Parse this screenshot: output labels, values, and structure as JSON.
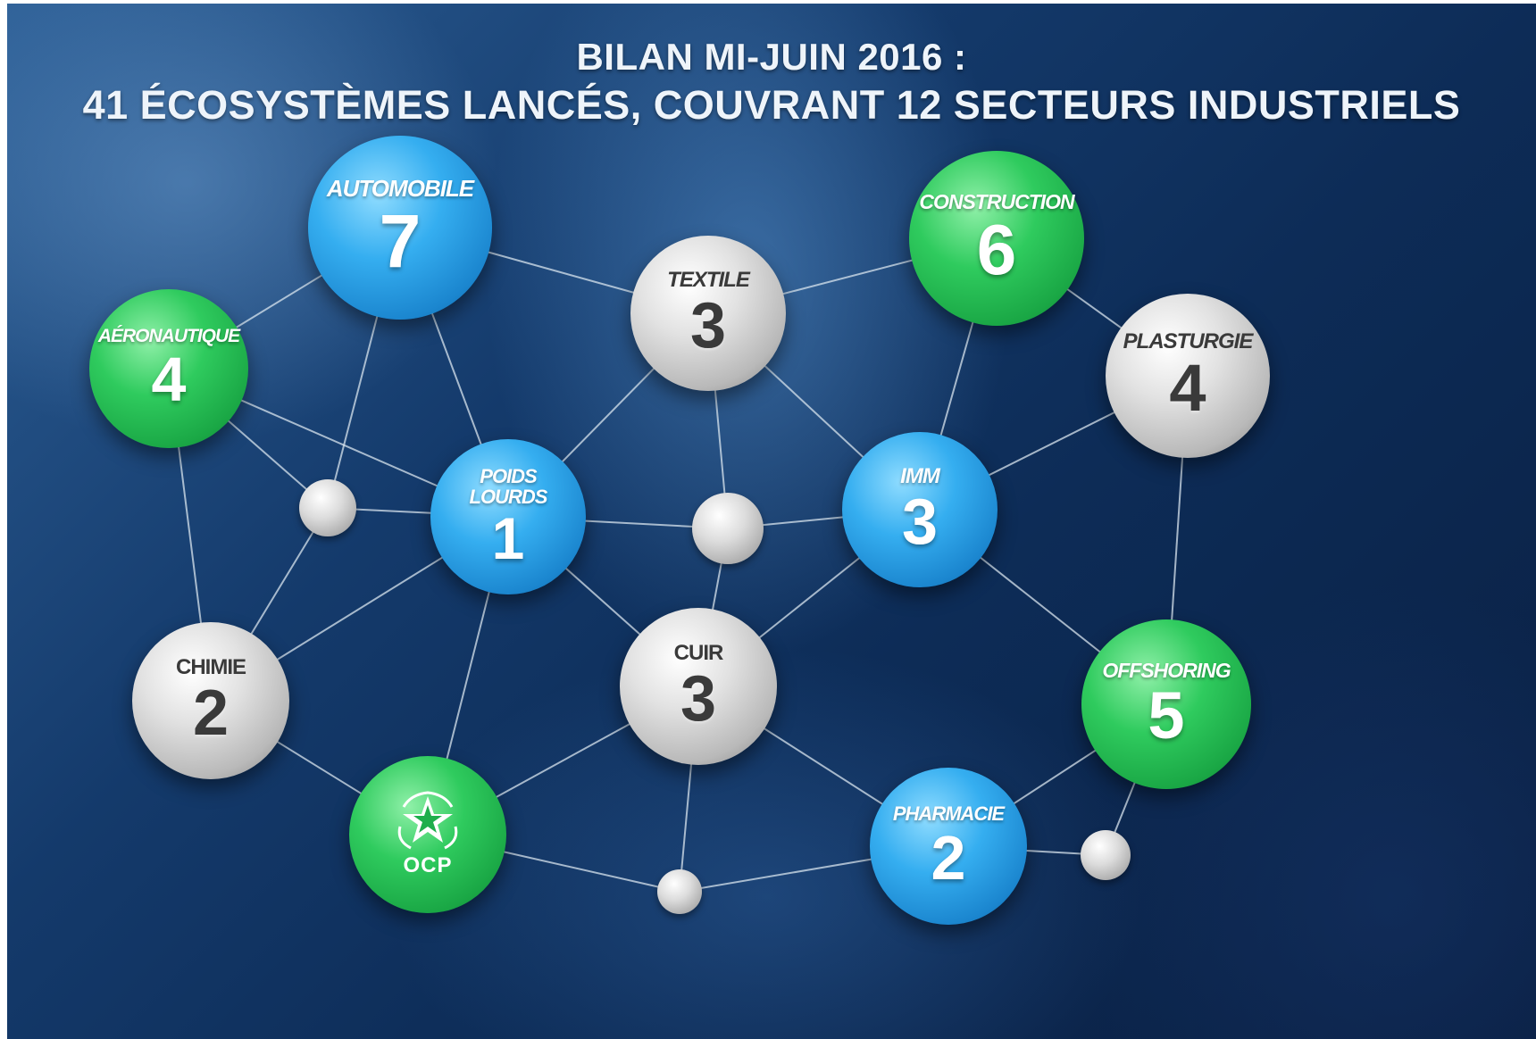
{
  "title": {
    "line1": "BILAN MI-JUIN 2016 :",
    "line2": "41 ÉCOSYSTÈMES LANCÉS, COUVRANT 12 SECTEURS INDUSTRIELS"
  },
  "colors": {
    "blue": "#2ba3e6",
    "green": "#22c155",
    "gray": "#c8c8c8",
    "background": "#0f2d58",
    "link": "#d8e4ee"
  },
  "nodes": [
    {
      "id": "automobile",
      "label": "AUTOMOBILE",
      "value": "7",
      "color": "blue"
    },
    {
      "id": "aeronautique",
      "label": "AÉRONAUTIQUE",
      "value": "4",
      "color": "green"
    },
    {
      "id": "textile",
      "label": "TEXTILE",
      "value": "3",
      "color": "gray"
    },
    {
      "id": "construction",
      "label": "CONSTRUCTION",
      "value": "6",
      "color": "green"
    },
    {
      "id": "plasturgie",
      "label": "PLASTURGIE",
      "value": "4",
      "color": "gray"
    },
    {
      "id": "poids-lourds",
      "label_line1": "POIDS",
      "label_line2": "LOURDS",
      "value": "1",
      "color": "blue"
    },
    {
      "id": "imm",
      "label": "IMM",
      "value": "3",
      "color": "blue"
    },
    {
      "id": "chimie",
      "label": "CHIMIE",
      "value": "2",
      "color": "gray"
    },
    {
      "id": "cuir",
      "label": "CUIR",
      "value": "3",
      "color": "gray"
    },
    {
      "id": "offshoring",
      "label": "OFFSHORING",
      "value": "5",
      "color": "green"
    },
    {
      "id": "ocp",
      "label": "OCP",
      "icon": "ocp-star-logo-icon",
      "color": "green"
    },
    {
      "id": "pharmacie",
      "label": "PHARMACIE",
      "value": "2",
      "color": "blue"
    }
  ],
  "links": [
    [
      "automobile",
      "aeronautique"
    ],
    [
      "automobile",
      "textile"
    ],
    [
      "automobile",
      "j1"
    ],
    [
      "automobile",
      "poids-lourds"
    ],
    [
      "aeronautique",
      "j1"
    ],
    [
      "aeronautique",
      "chimie"
    ],
    [
      "aeronautique",
      "poids-lourds"
    ],
    [
      "textile",
      "construction"
    ],
    [
      "textile",
      "poids-lourds"
    ],
    [
      "textile",
      "imm"
    ],
    [
      "textile",
      "j2"
    ],
    [
      "construction",
      "plasturgie"
    ],
    [
      "construction",
      "imm"
    ],
    [
      "plasturgie",
      "imm"
    ],
    [
      "plasturgie",
      "offshoring"
    ],
    [
      "j1",
      "poids-lourds"
    ],
    [
      "j1",
      "chimie"
    ],
    [
      "poids-lourds",
      "j2"
    ],
    [
      "poids-lourds",
      "cuir"
    ],
    [
      "poids-lourds",
      "ocp"
    ],
    [
      "poids-lourds",
      "chimie"
    ],
    [
      "j2",
      "imm"
    ],
    [
      "j2",
      "cuir"
    ],
    [
      "imm",
      "cuir"
    ],
    [
      "imm",
      "offshoring"
    ],
    [
      "chimie",
      "ocp"
    ],
    [
      "cuir",
      "ocp"
    ],
    [
      "cuir",
      "pharmacie"
    ],
    [
      "cuir",
      "j3"
    ],
    [
      "ocp",
      "j3"
    ],
    [
      "j3",
      "pharmacie"
    ],
    [
      "pharmacie",
      "j4"
    ],
    [
      "pharmacie",
      "offshoring"
    ],
    [
      "j4",
      "offshoring"
    ]
  ]
}
